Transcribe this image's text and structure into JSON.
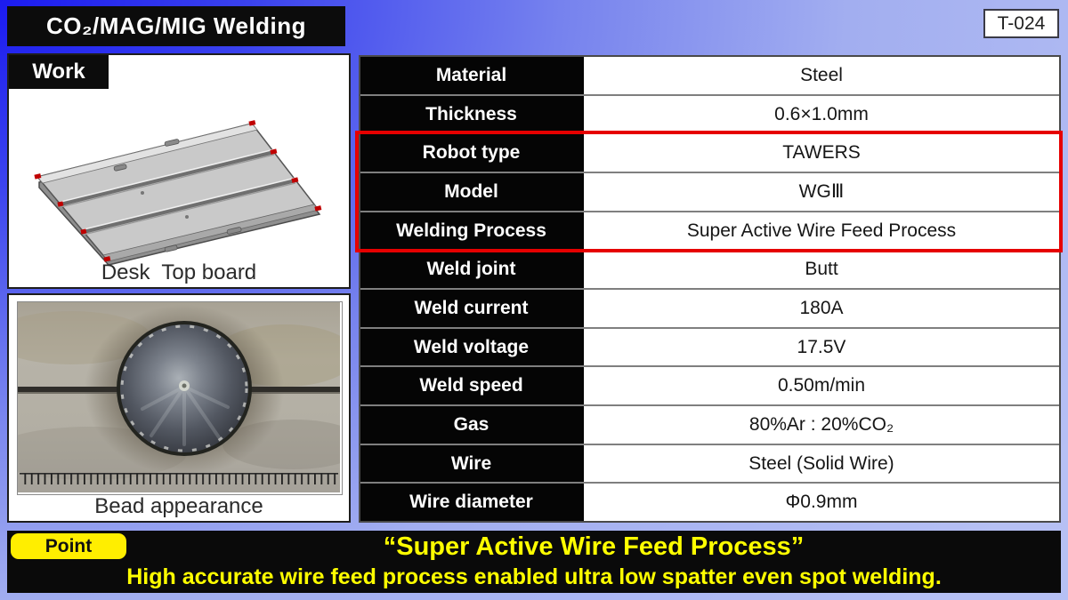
{
  "slide": {
    "title": "CO₂/MAG/MIG Welding",
    "doc_id": "T-024"
  },
  "work": {
    "tag": "Work",
    "desk_caption": "Desk  Top board",
    "bead_caption": "Bead appearance"
  },
  "spec_table": {
    "highlight_color": "#e60000",
    "highlighted_rows": [
      "Robot type",
      "Model",
      "Welding Process"
    ],
    "rows": [
      {
        "label": "Material",
        "value": "Steel"
      },
      {
        "label": "Thickness",
        "value": "0.6×1.0mm"
      },
      {
        "label": "Robot type",
        "value": "TAWERS"
      },
      {
        "label": "Model",
        "value": "WGⅢ"
      },
      {
        "label": "Welding Process",
        "value": "Super Active Wire Feed Process"
      },
      {
        "label": "Weld joint",
        "value": "Butt"
      },
      {
        "label": "Weld current",
        "value": "180A"
      },
      {
        "label": "Weld voltage",
        "value": "17.5V"
      },
      {
        "label": "Weld speed",
        "value": "0.50m/min"
      },
      {
        "label": "Gas",
        "value": "80%Ar : 20%CO₂"
      },
      {
        "label": "Wire",
        "value": "Steel (Solid Wire)"
      },
      {
        "label": "Wire diameter",
        "value": "Φ0.9mm"
      }
    ]
  },
  "point": {
    "badge": "Point",
    "headline": "“Super Active Wire Feed Process”",
    "subline": "High accurate wire feed process enabled ultra low spatter even spot welding."
  }
}
